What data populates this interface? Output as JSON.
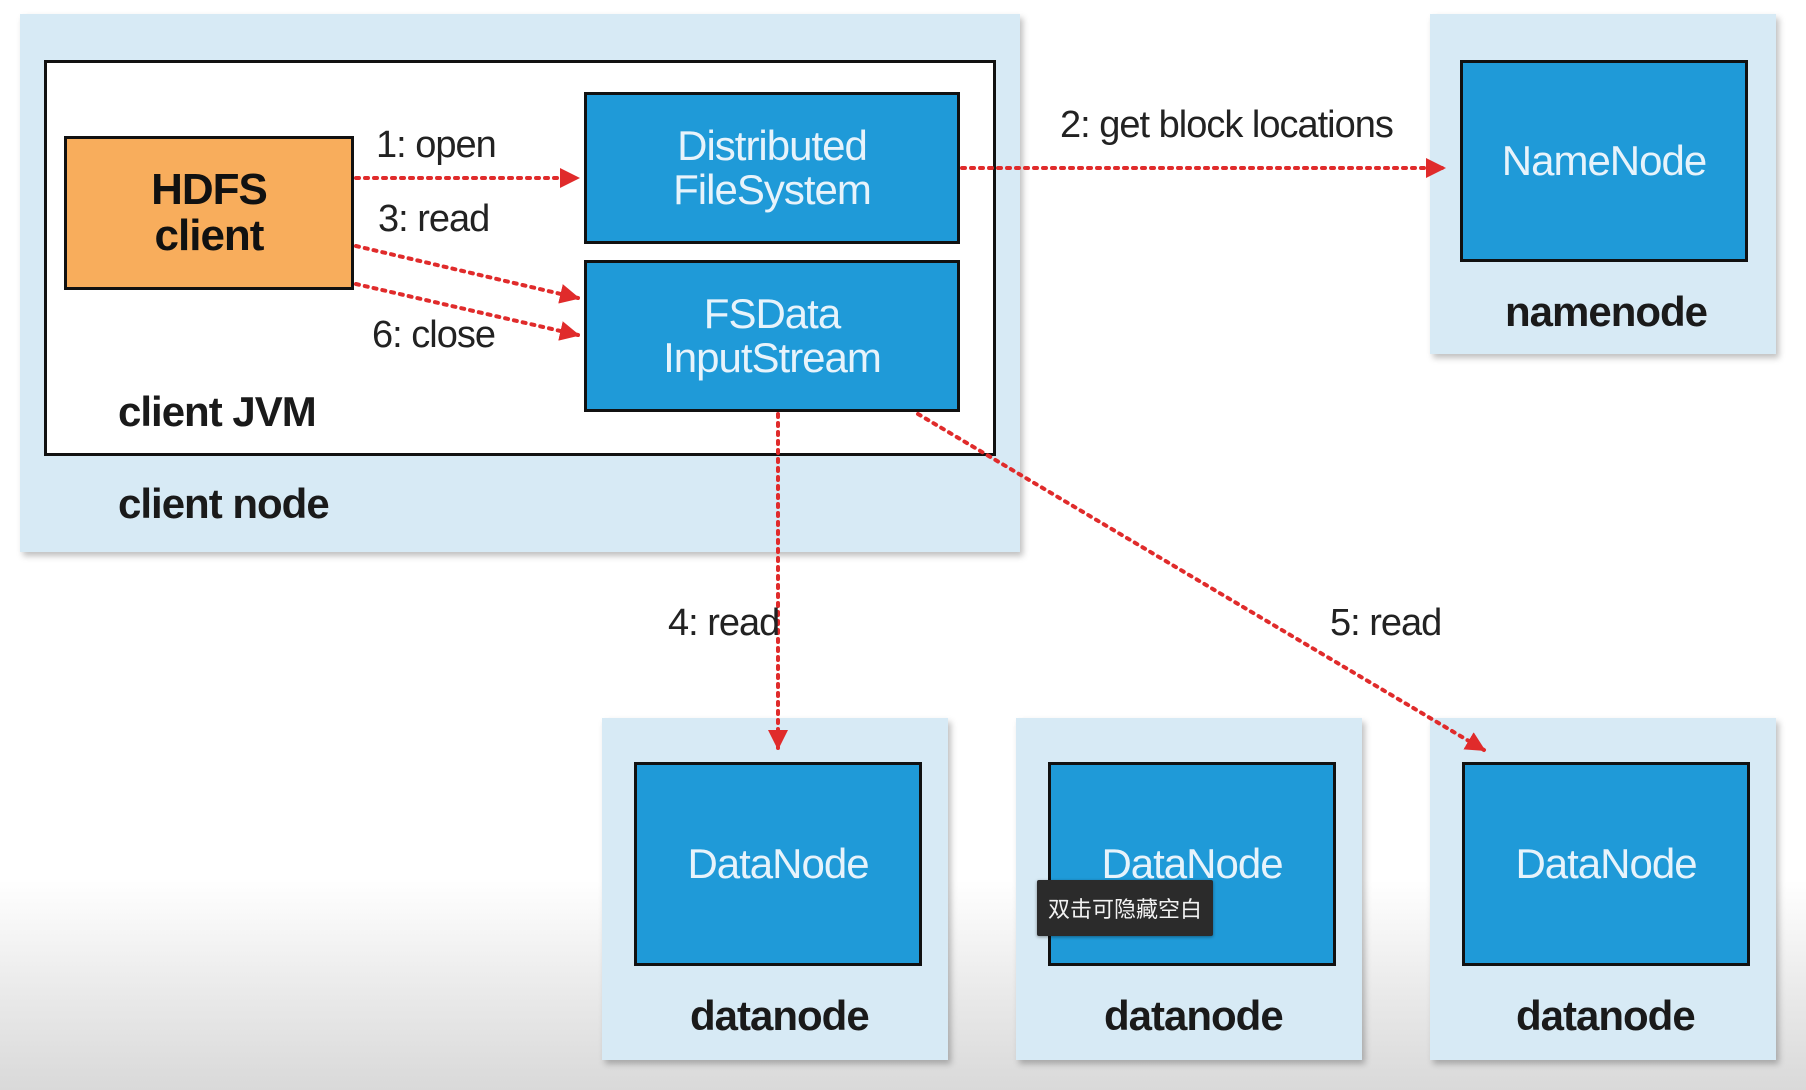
{
  "client_node": {
    "label": "client node",
    "jvm_label": "client JVM",
    "hdfs_client": "HDFS\nclient",
    "distributed_fs": "Distributed\nFileSystem",
    "fsdata_stream": "FSData\nInputStream"
  },
  "namenode": {
    "box_label": "NameNode",
    "node_label": "namenode"
  },
  "datanodes": [
    {
      "box_label": "DataNode",
      "node_label": "datanode"
    },
    {
      "box_label": "DataNode",
      "node_label": "datanode"
    },
    {
      "box_label": "DataNode",
      "node_label": "datanode"
    }
  ],
  "edges": {
    "open": "1: open",
    "get_block_locations": "2: get block locations",
    "read3": "3: read",
    "read4": "4: read",
    "read5": "5: read",
    "close": "6: close"
  },
  "colors": {
    "arrow": "#e02b2b",
    "blue_box": "#1f9ad8",
    "orange_box": "#f8ad5c",
    "panel": "#d7eaf5"
  },
  "tooltip": "双击可隐藏空白"
}
